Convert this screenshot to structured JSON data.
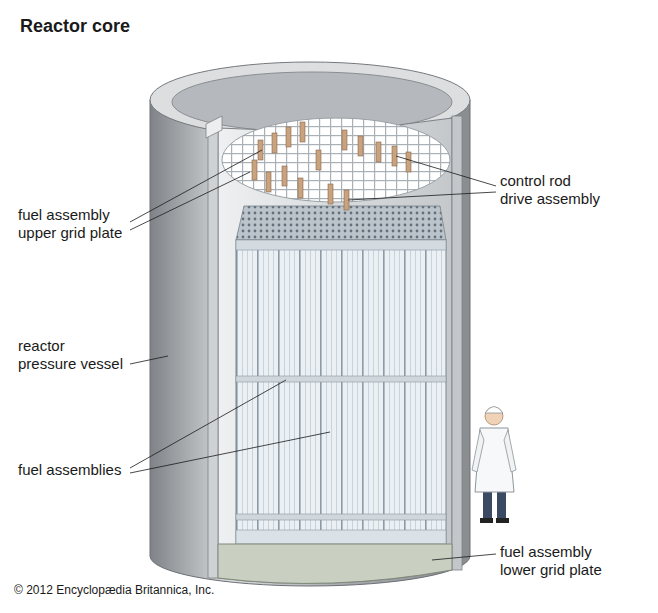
{
  "diagram": {
    "title": "Reactor core",
    "labels": [
      "fuel assembly upper grid plate",
      "control rod drive assembly",
      "reactor pressure vessel",
      "fuel assemblies",
      "fuel assembly lower grid plate",
      "© 2012 Encyclopædia Britannica, Inc."
    ]
  }
}
